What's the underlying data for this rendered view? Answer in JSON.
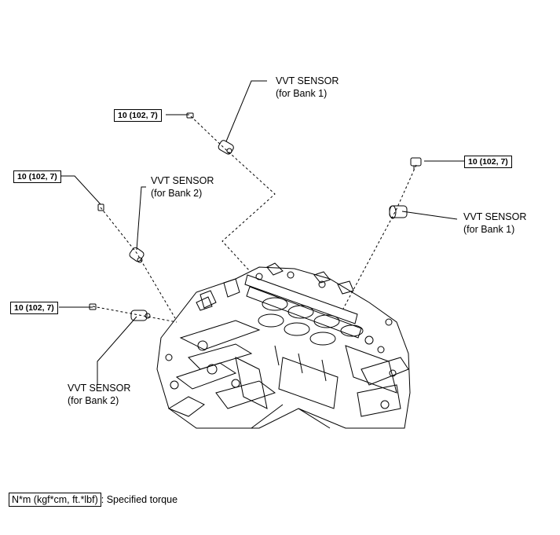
{
  "labels": {
    "vvt_bank1_top": {
      "line1": "VVT SENSOR",
      "line2": "(for Bank 1)"
    },
    "vvt_bank2_upper": {
      "line1": "VVT SENSOR",
      "line2": "(for Bank 2)"
    },
    "vvt_bank1_right": {
      "line1": "VVT SENSOR",
      "line2": "(for Bank 1)"
    },
    "vvt_bank2_lower": {
      "line1": "VVT SENSOR",
      "line2": "(for Bank 2)"
    }
  },
  "torque": {
    "top_left": "10 (102, 7)",
    "upper_left": "10 (102, 7)",
    "right": "10 (102, 7)",
    "lower_left": "10 (102, 7)"
  },
  "legend": {
    "units": "N*m (kgf*cm, ft.*lbf)",
    "description": ": Specified torque"
  }
}
